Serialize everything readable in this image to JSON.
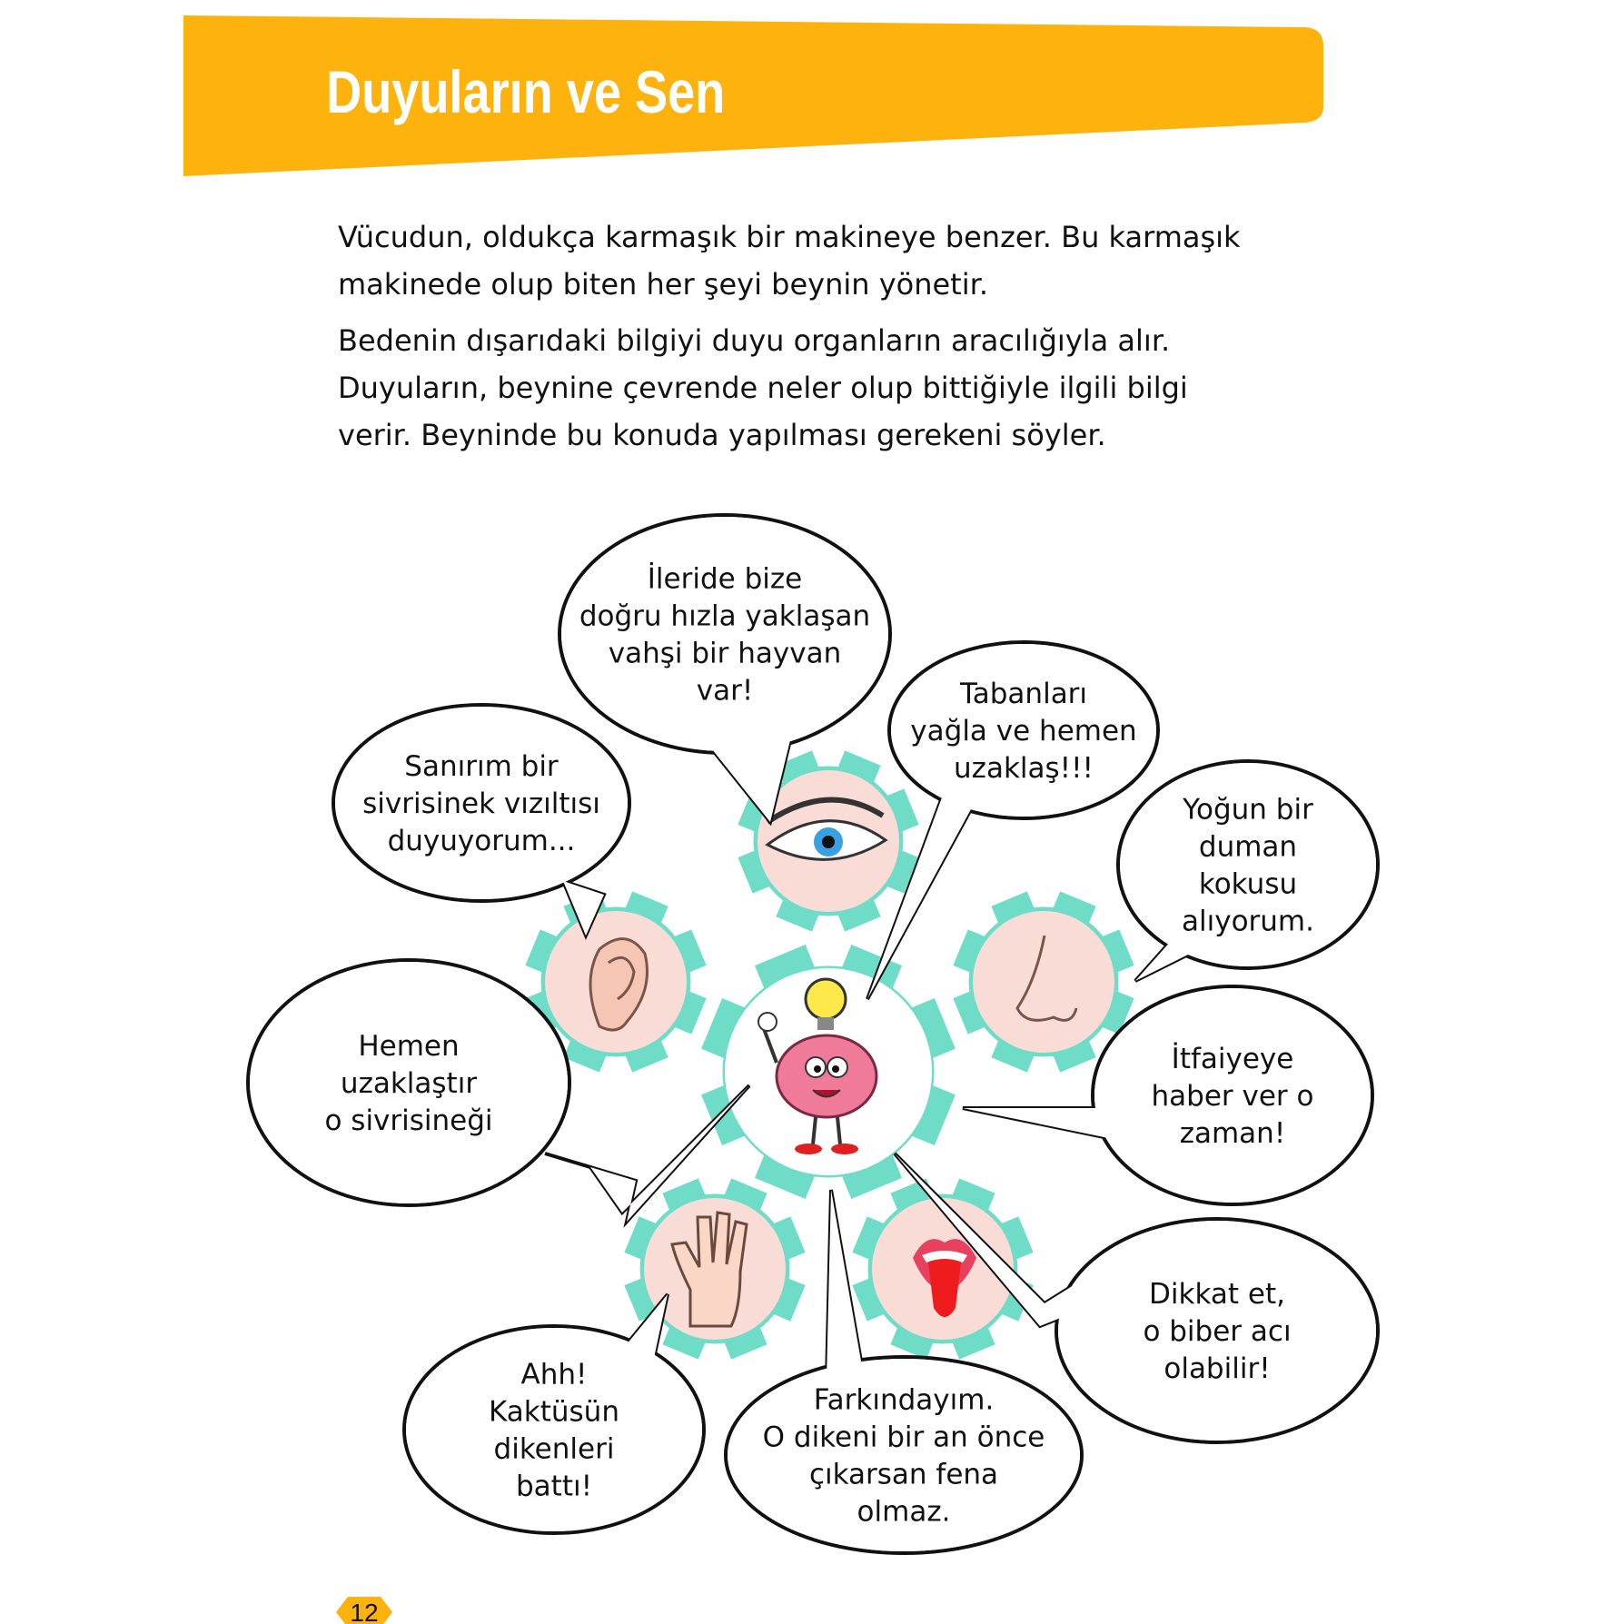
{
  "header": {
    "title": "Duyuların ve Sen"
  },
  "intro": {
    "lines": [
      "Vücudun, oldukça karmaşık bir makineye benzer. Bu karmaşık",
      "makinede olup biten her şeyi beynin yönetir.",
      "Bedenin dışarıdaki bilgiyi duyu organların aracılığıyla alır.",
      "Duyuların, beynine çevrende neler olup bittiğiyle ilgili bilgi",
      "verir. Beyninde bu konuda yapılması gerekeni söyler."
    ]
  },
  "bubbles": [
    {
      "lines": [
        "İleride bize",
        "doğru hızla yaklaşan",
        "vahşi bir hayvan",
        "var!"
      ]
    },
    {
      "lines": [
        "Sanırım bir",
        "sivrisinek vızıltısı",
        "duyuyorum..."
      ]
    },
    {
      "lines": [
        "Tabanları",
        "yağla ve hemen",
        "uzaklaş!!!"
      ]
    },
    {
      "lines": [
        "Yoğun bir",
        "duman",
        "kokusu",
        "alıyorum."
      ]
    },
    {
      "lines": [
        "Hemen",
        "uzaklaştır",
        "o sivrisineği"
      ]
    },
    {
      "lines": [
        "İtfaiyeye",
        "haber ver o",
        "zaman!"
      ]
    },
    {
      "lines": [
        "Dikkat et,",
        "o biber acı",
        "olabilir!"
      ]
    },
    {
      "lines": [
        "Ahh!",
        "Kaktüsün",
        "dikenleri",
        "battı!"
      ]
    },
    {
      "lines": [
        "Farkındayım.",
        "O dikeni bir an önce",
        "çıkarsan fena",
        "olmaz."
      ]
    }
  ],
  "senses": [
    "eye-icon",
    "ear-icon",
    "nose-icon",
    "brain-icon",
    "hand-icon",
    "mouth-icon"
  ],
  "colors": {
    "banner": "#fdb20d",
    "gear": "#6fdcc8",
    "organ_bg": "#f9dcd5",
    "brain": "#f07a9a"
  },
  "footer": {
    "page_number": "12"
  }
}
